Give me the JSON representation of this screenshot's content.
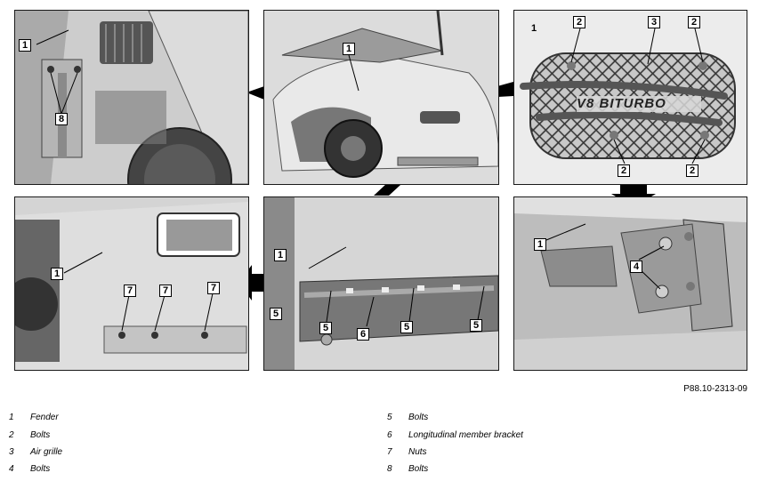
{
  "reference_code": "P88.10-2313-09",
  "panels": {
    "p1": {
      "callouts": [
        "1",
        "8"
      ]
    },
    "p2": {
      "callouts": [
        "1"
      ]
    },
    "p3": {
      "callouts": [
        "1",
        "2",
        "3",
        "2",
        "2",
        "2"
      ],
      "badge_text": "V8 BITURBO"
    },
    "p4": {
      "callouts": [
        "1",
        "7",
        "7",
        "7"
      ]
    },
    "p5": {
      "callouts": [
        "1",
        "5",
        "5",
        "6",
        "5",
        "5"
      ]
    },
    "p6": {
      "callouts": [
        "1",
        "4"
      ]
    }
  },
  "legend": [
    {
      "num": "1",
      "text": "Fender"
    },
    {
      "num": "2",
      "text": "Bolts"
    },
    {
      "num": "3",
      "text": "Air grille"
    },
    {
      "num": "4",
      "text": "Bolts"
    },
    {
      "num": "5",
      "text": "Bolts"
    },
    {
      "num": "6",
      "text": "Longitudinal member bracket"
    },
    {
      "num": "7",
      "text": "Nuts"
    },
    {
      "num": "8",
      "text": "Bolts"
    }
  ]
}
